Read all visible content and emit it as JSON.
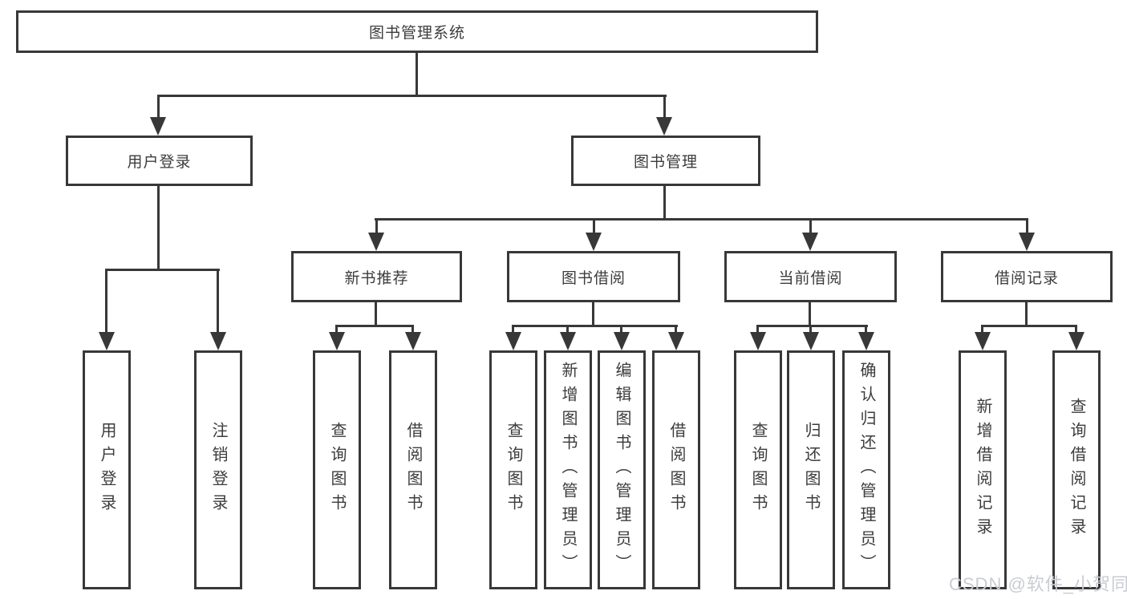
{
  "tree": {
    "root": {
      "label": "图书管理系统"
    },
    "branches": [
      {
        "label": "用户登录",
        "children": [
          {
            "label": "用户登录"
          },
          {
            "label": "注销登录"
          }
        ]
      },
      {
        "label": "图书管理",
        "children": [
          {
            "label": "新书推荐",
            "children": [
              {
                "label": "查询图书"
              },
              {
                "label": "借阅图书"
              }
            ]
          },
          {
            "label": "图书借阅",
            "children": [
              {
                "label": "查询图书"
              },
              {
                "label": "新增图书（管理员）"
              },
              {
                "label": "编辑图书（管理员）"
              },
              {
                "label": "借阅图书"
              }
            ]
          },
          {
            "label": "当前借阅",
            "children": [
              {
                "label": "查询图书"
              },
              {
                "label": "归还图书"
              },
              {
                "label": "确认归还（管理员）"
              }
            ]
          },
          {
            "label": "借阅记录",
            "children": [
              {
                "label": "新增借阅记录"
              },
              {
                "label": "查询借阅记录"
              }
            ]
          }
        ]
      }
    ]
  },
  "watermark": "CSDN @软件_小贺同学",
  "colors": {
    "line": "#383838",
    "text": "#3c3c3c",
    "watermark": "#c9ccd2"
  }
}
